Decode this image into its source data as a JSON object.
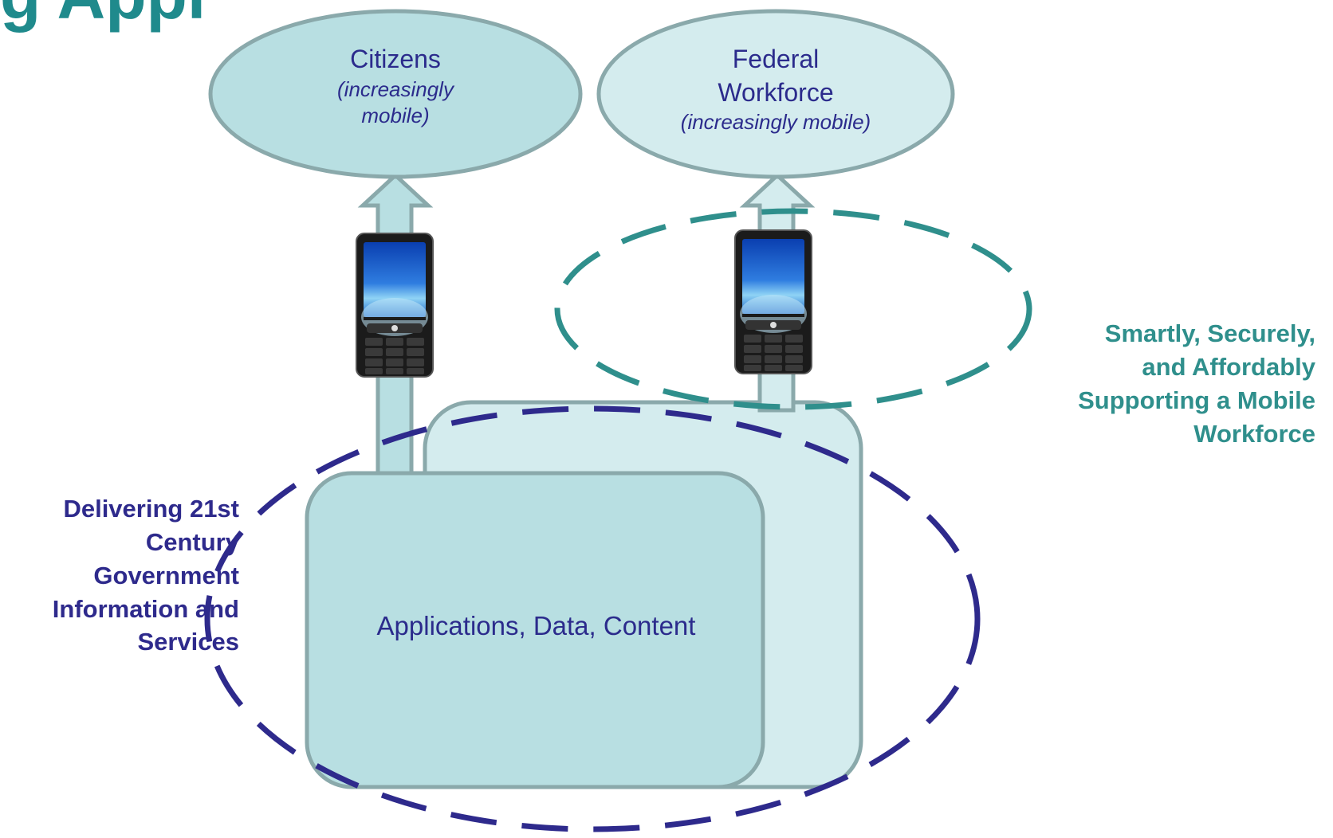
{
  "title": {
    "fragment": "g  Appl"
  },
  "nodes": {
    "citizens": {
      "title": "Citizens",
      "subtitle_line1": "(increasingly",
      "subtitle_line2": "mobile)"
    },
    "federal_workforce": {
      "title_line1": "Federal",
      "title_line2": "Workforce",
      "subtitle": "(increasingly mobile)"
    },
    "central_box": {
      "label": "Applications, Data, Content"
    }
  },
  "callouts": {
    "left": {
      "lines": [
        "Delivering 21st",
        "Century",
        "Government",
        "Information and",
        "Services"
      ],
      "color": "#2e2a8c"
    },
    "right": {
      "lines": [
        "Smartly, Securely,",
        "and Affordably",
        "Supporting a Mobile",
        "Workforce"
      ],
      "color": "#2f8f8c"
    }
  },
  "icons": [
    "mobile-phone-icon",
    "mobile-phone-icon"
  ],
  "colors": {
    "ellipse_fill_left": "#b8dfe2",
    "ellipse_fill_right": "#d4ecee",
    "box_front_fill": "#b8dfe2",
    "box_back_fill": "#d4ecee",
    "outline": "#8aa9ab",
    "dashed_navy": "#2e2a8c",
    "dashed_teal": "#2f8f8c"
  }
}
